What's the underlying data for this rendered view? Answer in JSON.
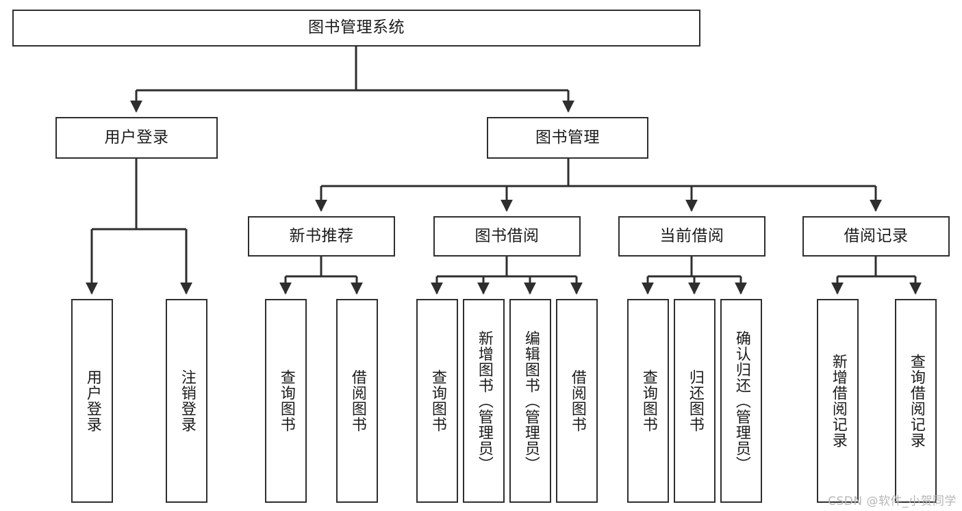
{
  "diagram": {
    "type": "tree",
    "title": "图书管理系统",
    "root": {
      "label": "图书管理系统"
    },
    "level2": [
      {
        "label": "用户登录"
      },
      {
        "label": "图书管理"
      }
    ],
    "level3": [
      {
        "label": "新书推荐"
      },
      {
        "label": "图书借阅"
      },
      {
        "label": "当前借阅"
      },
      {
        "label": "借阅记录"
      }
    ],
    "leaves": {
      "user_login": [
        {
          "label": "用户登录"
        },
        {
          "label": "注销登录"
        }
      ],
      "new_book_recommend": [
        {
          "label": "查询图书"
        },
        {
          "label": "借阅图书"
        }
      ],
      "book_borrow": [
        {
          "label": "查询图书"
        },
        {
          "label": "新增图书（管理员）"
        },
        {
          "label": "编辑图书（管理员）"
        },
        {
          "label": "借阅图书"
        }
      ],
      "current_borrow": [
        {
          "label": "查询图书"
        },
        {
          "label": "归还图书"
        },
        {
          "label": "确认归还（管理员）"
        }
      ],
      "borrow_record": [
        {
          "label": "新增借阅记录"
        },
        {
          "label": "查询借阅记录"
        }
      ]
    }
  },
  "watermark": {
    "text": "CSDN @软件_小贺同学"
  },
  "colors": {
    "stroke": "#2e2e2e",
    "fill": "#ffffff",
    "text": "#1b1b1b",
    "watermark": "#b6b6b6"
  }
}
